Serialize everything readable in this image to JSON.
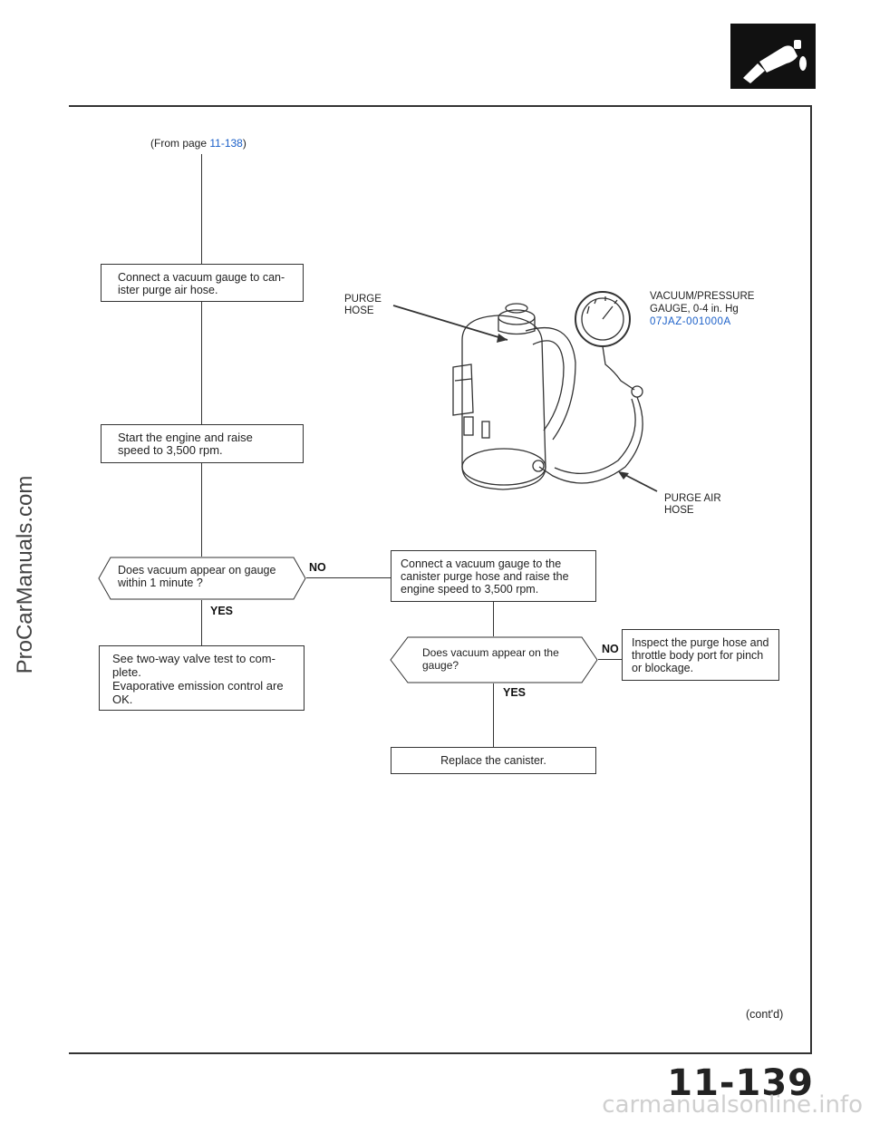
{
  "watermark_side": "ProCarManuals.com",
  "watermark_bottom": "carmanualsonline.info",
  "header": {
    "icon": "fuel-nozzle-icon"
  },
  "from_page": {
    "prefix": "(From page ",
    "link": "11-138",
    "suffix": ")"
  },
  "boxes": {
    "connect_gauge": "Connect a vacuum gauge to can-ister purge air hose.",
    "start_engine": "Start the engine and raise speed to 3,500 rpm.",
    "two_way": "See two-way valve test to com-plete.",
    "evap_ok": "Evaporative emission control are OK.",
    "connect_purge_hose": "Connect a vacuum gauge to the canister purge hose and raise the engine speed to 3,500 rpm.",
    "inspect": "Inspect the purge hose and throttle body port for pinch or blockage.",
    "replace": "Replace the canister."
  },
  "decisions": {
    "q1": "Does vacuum appear on gauge within 1 minute ?",
    "q2": "Does vacuum appear on the gauge?"
  },
  "branch_labels": {
    "no": "NO",
    "yes": "YES"
  },
  "illustration": {
    "purge_hose": "PURGE HOSE",
    "gauge_line1": "VACUUM/PRESSURE",
    "gauge_line2": "GAUGE, 0-4 in. Hg",
    "gauge_part": "07JAZ-001000A",
    "purge_air_hose": "PURGE AIR HOSE"
  },
  "footer": {
    "contd": "(cont'd)",
    "page_number": "11-139"
  }
}
